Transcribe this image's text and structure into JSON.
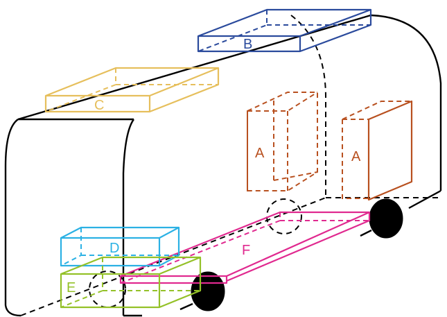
{
  "diagram": {
    "colors": {
      "outline": "#000000",
      "A": "#b8501f",
      "B": "#2a4a9c",
      "C": "#e6bf5c",
      "D": "#2bb1e4",
      "E": "#94c128",
      "F": "#e0298f"
    },
    "labels": {
      "A1": "A",
      "A2": "A",
      "B": "B",
      "C": "C",
      "D": "D",
      "E": "E",
      "F": "F"
    }
  }
}
